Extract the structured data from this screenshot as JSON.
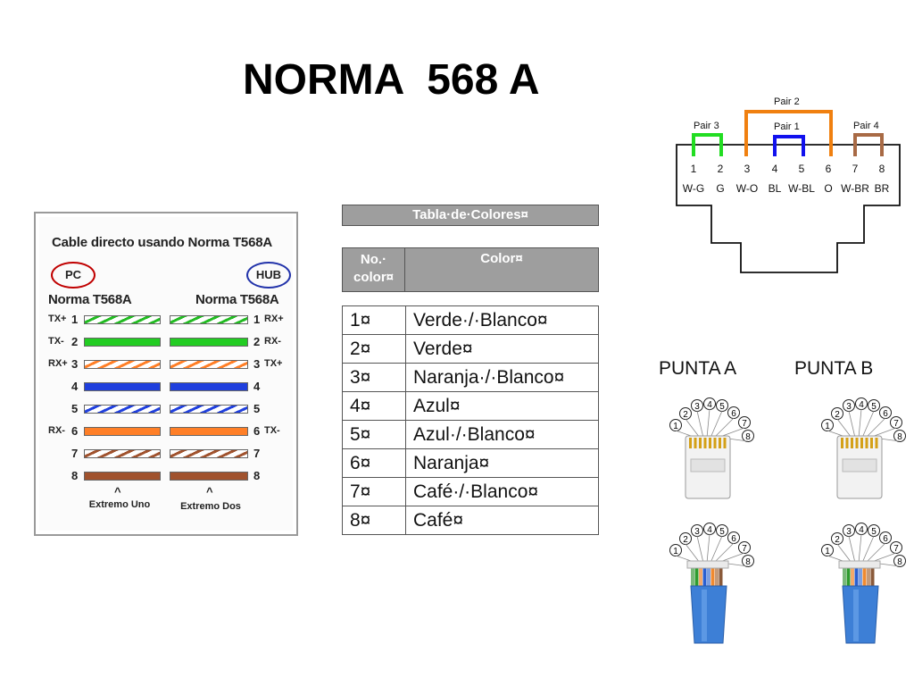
{
  "title": "NORMA  568 A",
  "cable_diagram": {
    "heading": "Cable directo usando Norma T568A",
    "left_device": "PC",
    "right_device": "HUB",
    "left_norma": "Norma T568A",
    "right_norma": "Norma T568A",
    "left_signals": [
      "TX+",
      "TX-",
      "RX+",
      "",
      "",
      "RX-",
      "",
      ""
    ],
    "right_signals": [
      "RX+",
      "RX-",
      "TX+",
      "",
      "",
      "TX-",
      "",
      ""
    ],
    "pins": [
      "1",
      "2",
      "3",
      "4",
      "5",
      "6",
      "7",
      "8"
    ],
    "left_end": "Extremo Uno",
    "right_end": "Extremo Dos",
    "caret": "^",
    "wire_colors": [
      {
        "base": "#ffffff",
        "stripe": "#22bb22"
      },
      {
        "base": "#22cc22",
        "stripe": ""
      },
      {
        "base": "#ffffff",
        "stripe": "#ff7f27"
      },
      {
        "base": "#1f3fdd",
        "stripe": ""
      },
      {
        "base": "#ffffff",
        "stripe": "#1f3fdd"
      },
      {
        "base": "#ff7f27",
        "stripe": ""
      },
      {
        "base": "#ffffff",
        "stripe": "#a0522d"
      },
      {
        "base": "#a0522d",
        "stripe": ""
      }
    ]
  },
  "color_table": {
    "title": "Tabla·de·Colores¤",
    "header_no": "No.· color¤",
    "header_color": "Color¤",
    "rows": [
      {
        "no": "1¤",
        "color": "Verde·/·Blanco¤"
      },
      {
        "no": "2¤",
        "color": "Verde¤"
      },
      {
        "no": "3¤",
        "color": "Naranja·/·Blanco¤"
      },
      {
        "no": "4¤",
        "color": "Azul¤"
      },
      {
        "no": "5¤",
        "color": "Azul·/·Blanco¤"
      },
      {
        "no": "6¤",
        "color": "Naranja¤"
      },
      {
        "no": "7¤",
        "color": "Café·/·Blanco¤"
      },
      {
        "no": "8¤",
        "color": "Café¤"
      }
    ]
  },
  "pair_diagram": {
    "pairs": [
      "Pair 2",
      "Pair 3",
      "Pair 1",
      "Pair 4"
    ],
    "pin_numbers": [
      "1",
      "2",
      "3",
      "4",
      "5",
      "6",
      "7",
      "8"
    ],
    "pin_codes": [
      "W-G",
      "G",
      "W-O",
      "BL",
      "W-BL",
      "O",
      "W-BR",
      "BR"
    ],
    "pair_colors": {
      "pair1": "#1111ee",
      "pair2": "#f08010",
      "pair3": "#22dd22",
      "pair4": "#a86a45"
    }
  },
  "connectors": {
    "left_label": "PUNTA  A",
    "right_label": "PUNTA  B",
    "wire_numbers": [
      "1",
      "2",
      "3",
      "4",
      "5",
      "6",
      "7",
      "8"
    ]
  }
}
